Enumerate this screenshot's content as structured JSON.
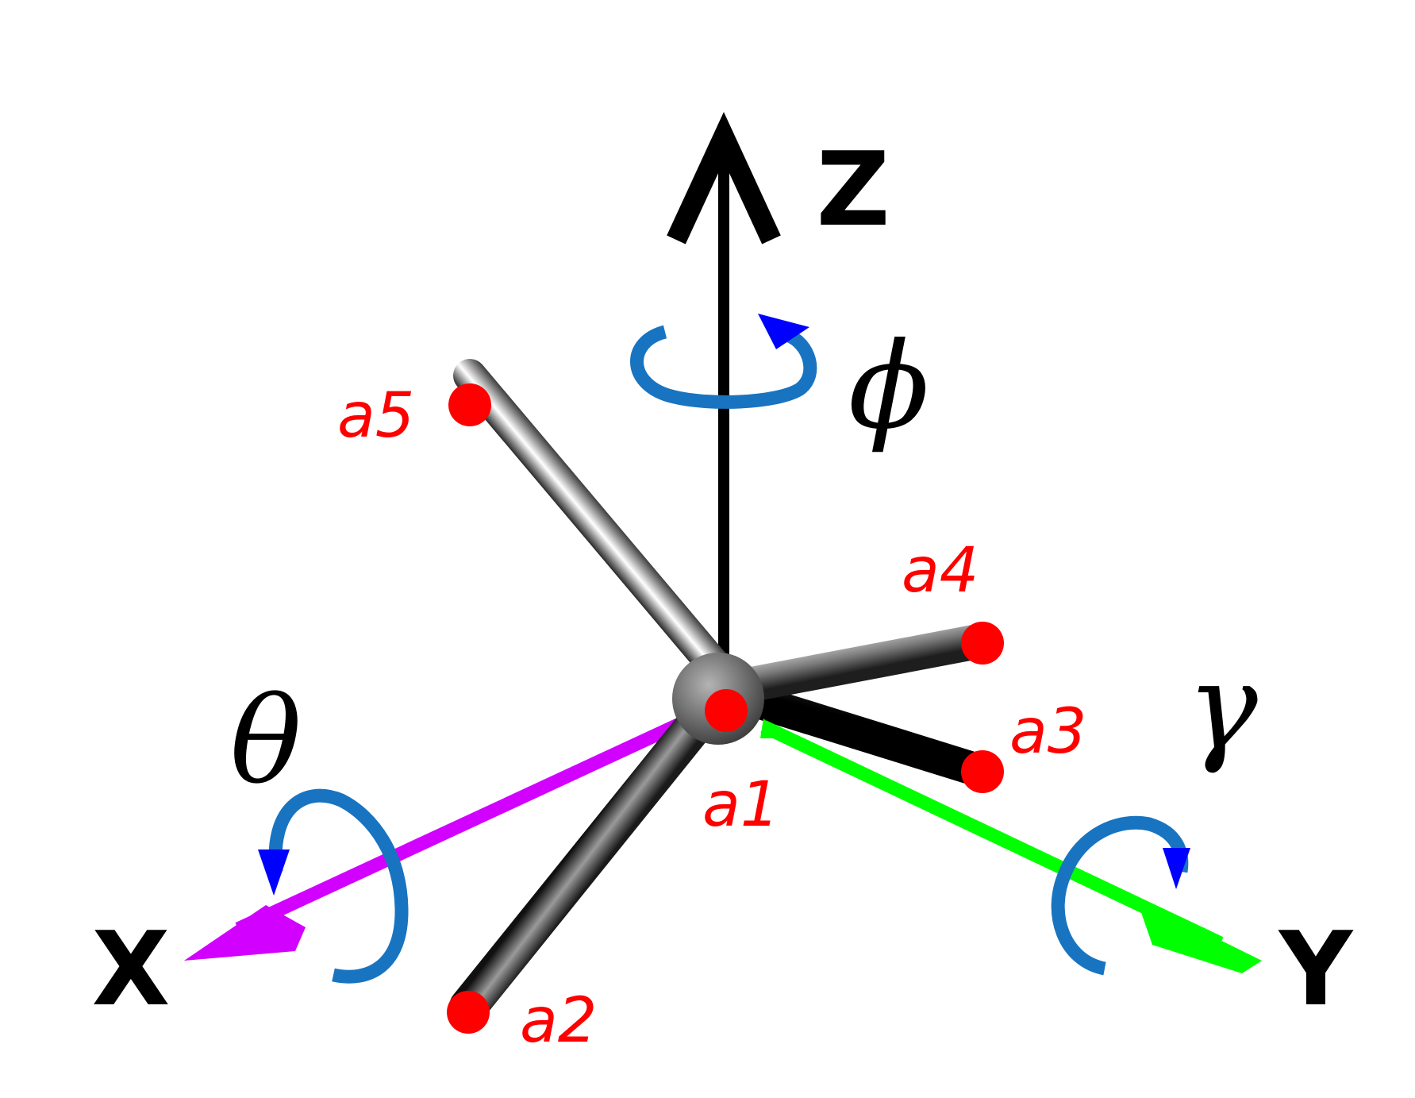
{
  "axes": {
    "x": {
      "label": "X",
      "color": "#d200ff"
    },
    "y": {
      "label": "Y",
      "color": "#00ff00"
    },
    "z": {
      "label": "Z",
      "color": "#000000"
    }
  },
  "rotations": {
    "theta": {
      "symbol": "θ",
      "axis": "X"
    },
    "gamma": {
      "symbol": "γ",
      "axis": "Y"
    },
    "phi": {
      "symbol": "ϕ",
      "axis": "Z"
    },
    "ring_color": "#1874c0",
    "arrow_color": "#0000ff"
  },
  "atoms": {
    "a1": "a1",
    "a2": "a2",
    "a3": "a3",
    "a4": "a4",
    "a5": "a5",
    "point_color": "#ff0000",
    "label_color": "#ff0000"
  }
}
